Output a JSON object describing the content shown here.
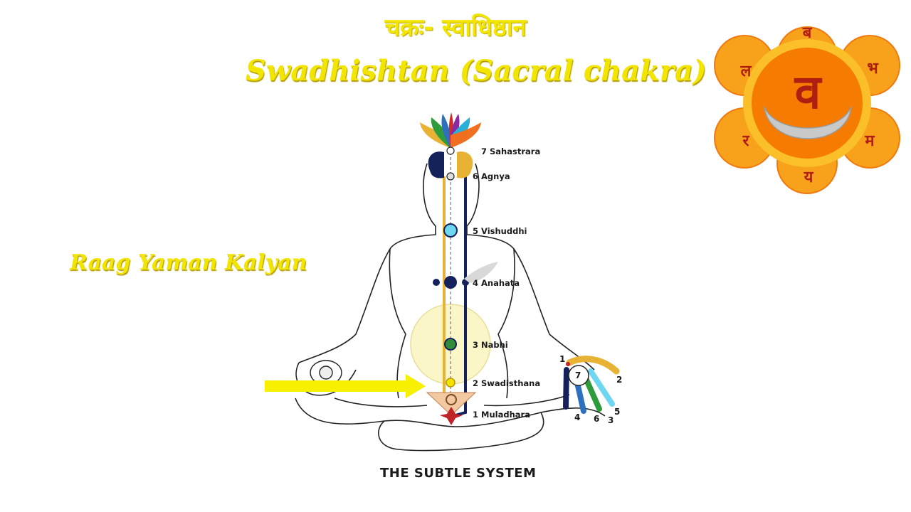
{
  "header": {
    "hindi_title": "चक्रः- स्वाधिष्ठान",
    "english_title": "Swadhishtan (Sacral chakra)"
  },
  "side_text": "Raag Yaman Kalyan",
  "diagram": {
    "caption": "THE SUBTLE SYSTEM",
    "chakras": [
      {
        "label": "7 Sahastrara"
      },
      {
        "label": "6 Agnya"
      },
      {
        "label": "5 Vishuddhi"
      },
      {
        "label": "4 Anahata"
      },
      {
        "label": "3 Nabhi"
      },
      {
        "label": "2 Swadisthana"
      },
      {
        "label": "1 Muladhara"
      }
    ],
    "finger_numbers": [
      "1",
      "2",
      "3",
      "4",
      "5",
      "6",
      "7"
    ],
    "pointer_arrow_color": "#f7f000"
  },
  "chakra_symbol": {
    "center_letter": "व",
    "petal_letters": [
      "ब",
      "भ",
      "म",
      "य",
      "र",
      "ल"
    ],
    "colors": {
      "petals": "#f7a21a",
      "core": "#f57c00",
      "crescent": "#c9c9c9",
      "letters": "#b01e12"
    }
  }
}
